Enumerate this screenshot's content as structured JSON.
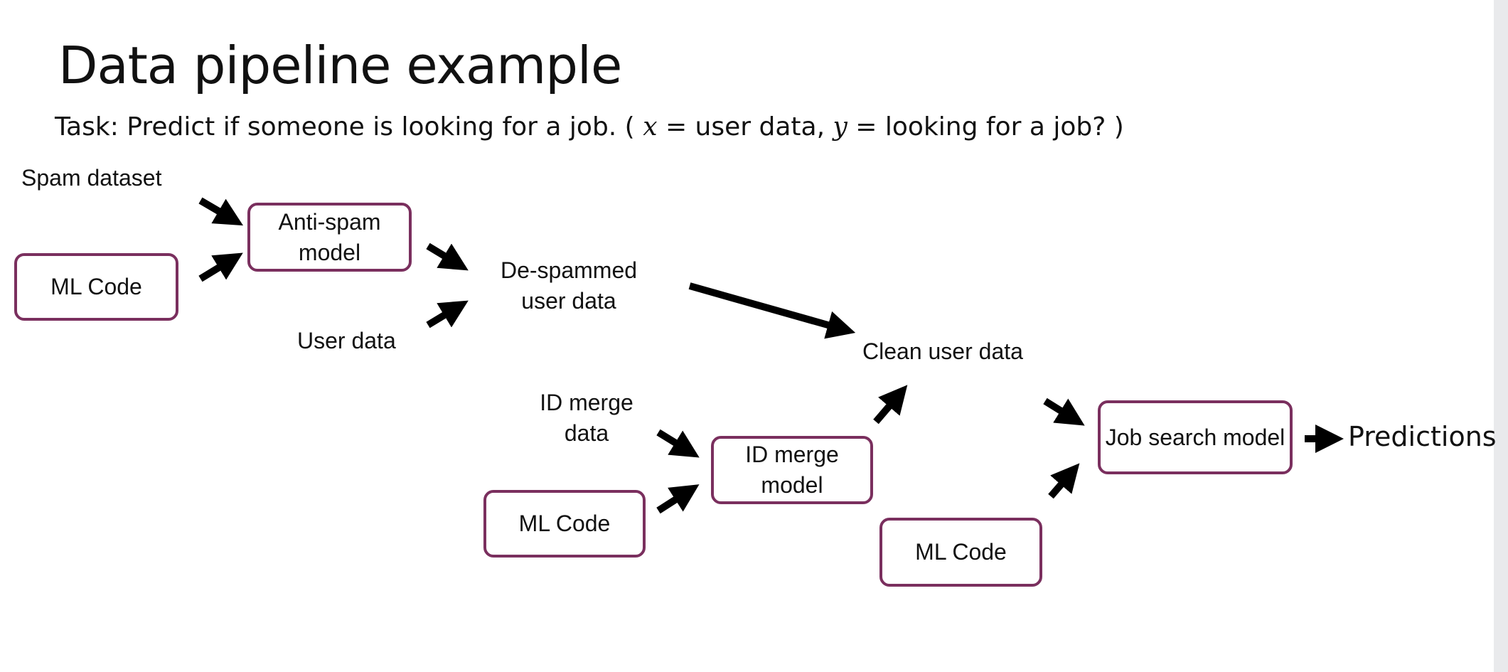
{
  "slide": {
    "title": "Data pipeline example",
    "task": {
      "prefix": "Task: Predict  if someone is looking for a job. ( ",
      "x_var": "x",
      "mid": " = user data, ",
      "y_var": "y",
      "suffix": " = looking for a job? )"
    }
  },
  "diagram": {
    "inputs": {
      "spam_dataset": "Spam dataset",
      "user_data": "User data",
      "id_merge_data": "ID merge data"
    },
    "ml_code_label": "ML Code",
    "models": {
      "anti_spam": "Anti-spam model",
      "id_merge": "ID merge model",
      "job_search": "Job search model"
    },
    "intermediates": {
      "despammed": "De-spammed user data",
      "clean_user_data": "Clean user data"
    },
    "output": "Predictions",
    "colors": {
      "box_border": "#7a2f5e",
      "arrow": "#000000"
    }
  }
}
